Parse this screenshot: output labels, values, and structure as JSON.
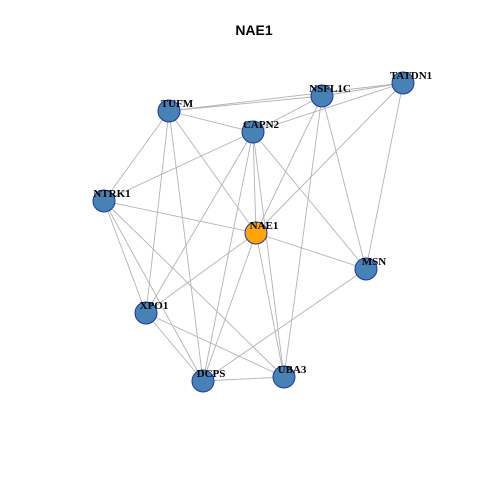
{
  "title": "NAE1",
  "colors": {
    "node_default": "#4682b4",
    "node_focus": "#ffa500",
    "node_border": "#1a33b3",
    "edge": "#b3b3b3"
  },
  "nodes": [
    {
      "id": "TATDN1",
      "label": "TATDN1",
      "focus": false
    },
    {
      "id": "NSFL1C",
      "label": "NSFL1C",
      "focus": false
    },
    {
      "id": "TUFM",
      "label": "TUFM",
      "focus": false
    },
    {
      "id": "CAPN2",
      "label": "CAPN2",
      "focus": false
    },
    {
      "id": "NTRK1",
      "label": "NTRK1",
      "focus": false
    },
    {
      "id": "NAE1",
      "label": "NAE1",
      "focus": true
    },
    {
      "id": "MSN",
      "label": "MSN",
      "focus": false
    },
    {
      "id": "XPO1",
      "label": "XPO1",
      "focus": false
    },
    {
      "id": "DCPS",
      "label": "DCPS",
      "focus": false
    },
    {
      "id": "UBA3",
      "label": "UBA3",
      "focus": false
    }
  ],
  "edges": [
    [
      "TUFM",
      "NSFL1C"
    ],
    [
      "TUFM",
      "CAPN2"
    ],
    [
      "TUFM",
      "NTRK1"
    ],
    [
      "TUFM",
      "NAE1"
    ],
    [
      "TUFM",
      "XPO1"
    ],
    [
      "TUFM",
      "DCPS"
    ],
    [
      "TUFM",
      "TATDN1"
    ],
    [
      "NSFL1C",
      "TATDN1"
    ],
    [
      "NSFL1C",
      "CAPN2"
    ],
    [
      "NSFL1C",
      "NAE1"
    ],
    [
      "NSFL1C",
      "MSN"
    ],
    [
      "NSFL1C",
      "UBA3"
    ],
    [
      "TATDN1",
      "CAPN2"
    ],
    [
      "TATDN1",
      "NAE1"
    ],
    [
      "TATDN1",
      "MSN"
    ],
    [
      "CAPN2",
      "NTRK1"
    ],
    [
      "CAPN2",
      "NAE1"
    ],
    [
      "CAPN2",
      "MSN"
    ],
    [
      "CAPN2",
      "XPO1"
    ],
    [
      "CAPN2",
      "DCPS"
    ],
    [
      "CAPN2",
      "UBA3"
    ],
    [
      "NTRK1",
      "NAE1"
    ],
    [
      "NTRK1",
      "XPO1"
    ],
    [
      "NTRK1",
      "DCPS"
    ],
    [
      "NTRK1",
      "UBA3"
    ],
    [
      "NAE1",
      "MSN"
    ],
    [
      "NAE1",
      "XPO1"
    ],
    [
      "NAE1",
      "DCPS"
    ],
    [
      "NAE1",
      "UBA3"
    ],
    [
      "MSN",
      "DCPS"
    ],
    [
      "XPO1",
      "DCPS"
    ],
    [
      "XPO1",
      "UBA3"
    ],
    [
      "DCPS",
      "UBA3"
    ]
  ]
}
